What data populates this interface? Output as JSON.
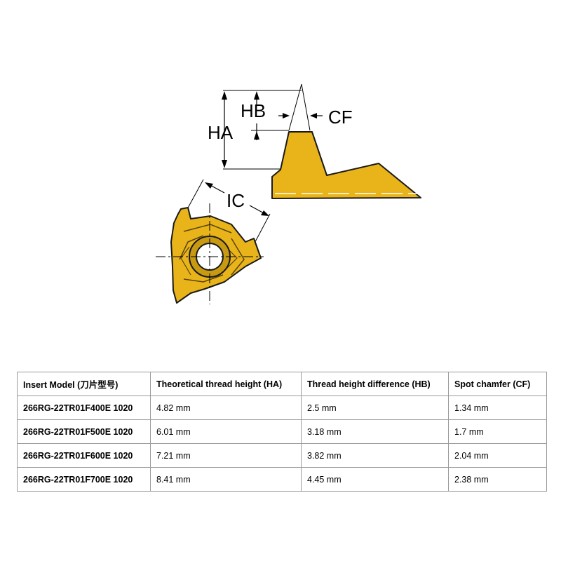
{
  "diagram": {
    "labels": {
      "ha": "HA",
      "hb": "HB",
      "cf": "CF",
      "ic": "IC"
    },
    "insert_color": "#e8b41a",
    "insert_outline": "#1a1a1a"
  },
  "table": {
    "headers": [
      "Insert Model (刀片型号)",
      "Theoretical thread height (HA)",
      "Thread height difference (HB)",
      "Spot chamfer (CF)"
    ],
    "rows": [
      [
        "266RG-22TR01F400E 1020",
        "4.82 mm",
        "2.5 mm",
        "1.34 mm"
      ],
      [
        "266RG-22TR01F500E 1020",
        "6.01 mm",
        "3.18 mm",
        "1.7 mm"
      ],
      [
        "266RG-22TR01F600E 1020",
        "7.21 mm",
        "3.82 mm",
        "2.04 mm"
      ],
      [
        "266RG-22TR01F700E 1020",
        "8.41 mm",
        "4.45 mm",
        "2.38 mm"
      ]
    ]
  }
}
